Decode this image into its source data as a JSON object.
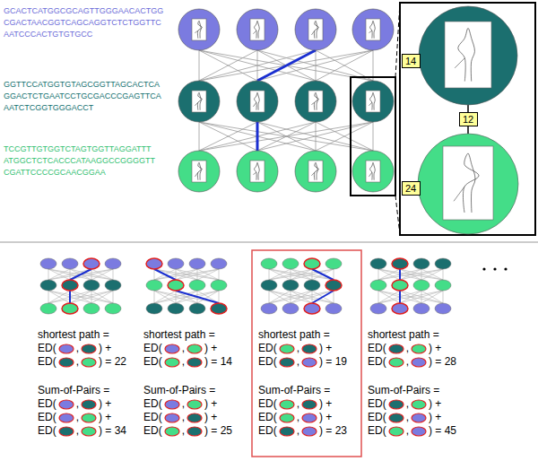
{
  "diagram": {
    "nodes": [
      {
        "text": [
          "14"
        ]
      },
      {
        "text": [
          "12"
        ]
      },
      {
        "text": [
          "24"
        ]
      }
    ],
    "labels": [
      "GCACTCATGGCGCAGTTGGGAACACTGG CGACTAACGGTCAGCAGGTCTCTGGTTC AATCCCACTGTGTGCC",
      "GGTTCCATGGTGTAGCGGTTAGCACTCA GGACTCTGAATCCTGCGACCCGAGTTCA AATCTCGGTGGGACCT",
      "TCCGTTGTGGTCTAGTGGTTAGGATTT ATGGCTCTCACCCATAAGGCCGGGGTT CGATTCCCCGCAACGGAA",
      "shortest path =",
      "ED(",
      ",",
      ") +",
      "ED(",
      ",",
      ") = 22",
      "Sum-of-Pairs =",
      "ED(",
      ",",
      ") +",
      "ED(",
      ",",
      ") +",
      "ED(",
      ",",
      ") = 34",
      "shortest path =",
      "ED(",
      ",",
      ") +",
      "ED(",
      ",",
      ") = 14",
      "Sum-of-Pairs =",
      "ED(",
      ",",
      ") +",
      "ED(",
      ",",
      ") +",
      "ED(",
      ",",
      ") = 25",
      "shortest path =",
      "ED(",
      ",",
      ") +",
      "ED(",
      ",",
      ") = 19",
      "Sum-of-Pairs =",
      "ED(",
      ",",
      ") +",
      "ED(",
      ",",
      ") +",
      "ED(",
      ",",
      ") = 23",
      "shortest path =",
      "ED(",
      ",",
      ") +",
      "ED(",
      ",",
      ") = 28",
      "Sum-of-Pairs =",
      "ED(",
      ",",
      ") +",
      "ED(",
      ",",
      ") +",
      "ED(",
      ",",
      ") = 45"
    ]
  }
}
